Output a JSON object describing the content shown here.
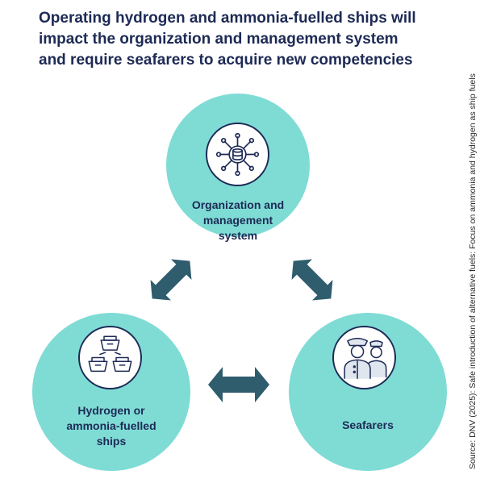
{
  "title_lines": [
    "Operating hydrogen and ammonia-fuelled ships will",
    "impact the organization and management system",
    "and require seafarers to acquire new competencies"
  ],
  "nodes": {
    "org": {
      "icon": "database-network-icon",
      "label_lines": [
        "Organization and",
        "management",
        "system"
      ]
    },
    "ships": {
      "icon": "ships-icon",
      "label_lines": [
        "Hydrogen or",
        "ammonia-fuelled",
        "ships"
      ]
    },
    "seafarers": {
      "icon": "seafarers-icon",
      "label_lines": [
        "Seafarers"
      ]
    }
  },
  "source": "Source: DNV (2025): Safe introduction of alternative fuels: Focus on ammonia and hydrogen as ship fuels",
  "colors": {
    "circle": "#7fdcd5",
    "arrow": "#2f5d6e",
    "text": "#1d2a55"
  }
}
